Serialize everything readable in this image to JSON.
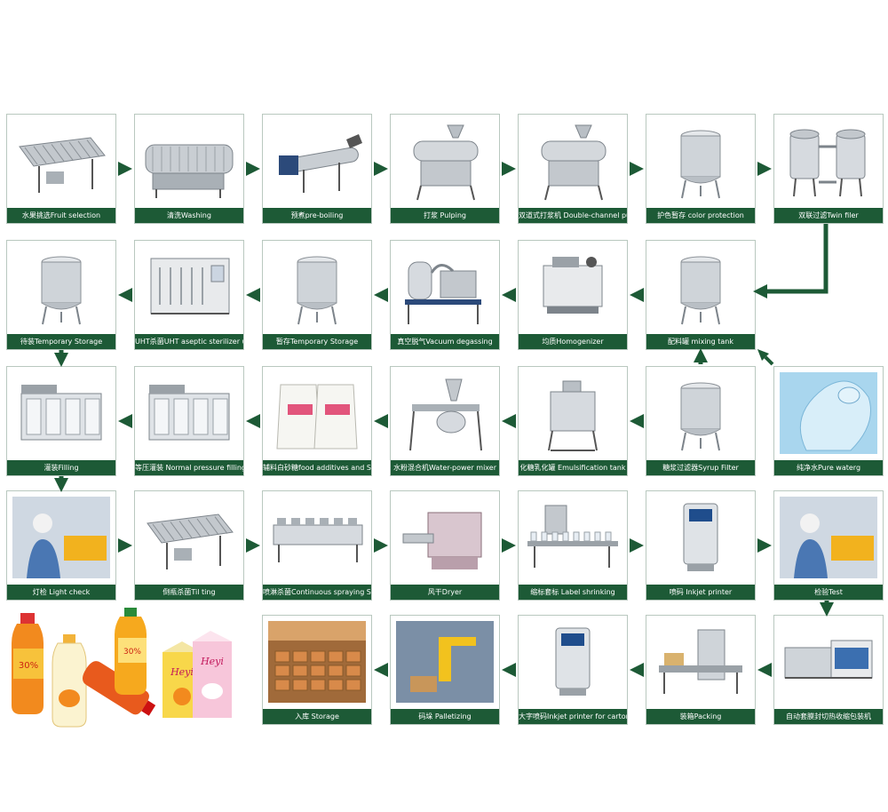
{
  "colors": {
    "caption_bg": "#1d5a36",
    "arrow": "#1d5a36",
    "steel": "#c7ccd1",
    "border": "#b9c8bf"
  },
  "steps": [
    {
      "id": "fruit-selection",
      "label": "水果挑选Fruit selection",
      "icon": "conveyor-machine-icon"
    },
    {
      "id": "washing",
      "label": "清洗Washing",
      "icon": "washing-machine-icon"
    },
    {
      "id": "pre-boiling",
      "label": "预煮pre-boiling",
      "icon": "screw-conveyor-icon"
    },
    {
      "id": "pulping",
      "label": "打浆 Pulping",
      "icon": "pulper-icon"
    },
    {
      "id": "double-pulping",
      "label": "双道式打浆机 Double-channel pulping machine",
      "icon": "pulper-icon"
    },
    {
      "id": "color-protection",
      "label": "护色暂存 color protection",
      "icon": "tank-icon"
    },
    {
      "id": "twin-filter",
      "label": "双联过滤Twin filer",
      "icon": "twin-filter-icon"
    },
    {
      "id": "mixing-tank",
      "label": "配料罐 mixing tank",
      "icon": "tank-icon"
    },
    {
      "id": "homogenizer",
      "label": "均质Homogenizer",
      "icon": "homogenizer-icon"
    },
    {
      "id": "vacuum-degassing",
      "label": "真空脱气Vacuum degassing",
      "icon": "degasser-icon"
    },
    {
      "id": "temporary-storage-1",
      "label": "暂存Temporary Storage",
      "icon": "tank-icon"
    },
    {
      "id": "uht-sterilizer",
      "label": "UHT杀菌UHT aseptic sterilizer unit",
      "icon": "sterilizer-icon"
    },
    {
      "id": "temporary-storage-2",
      "label": "待装Temporary Storage",
      "icon": "tank-icon"
    },
    {
      "id": "pure-water",
      "label": "纯净水Pure waterg",
      "icon": "water-bottle-icon"
    },
    {
      "id": "syrup-filter",
      "label": "糖浆过滤器Syrup Filter",
      "icon": "tank-icon"
    },
    {
      "id": "emulsification-tank",
      "label": "化糖乳化罐 Emulsification tank",
      "icon": "cube-tank-icon"
    },
    {
      "id": "water-powder-mixer",
      "label": "水粉混合机Water-power mixer",
      "icon": "mixer-icon"
    },
    {
      "id": "food-additives",
      "label": "辅料白砂糖food additives and Sugar",
      "icon": "sugar-bag-icon"
    },
    {
      "id": "normal-pressure-filling",
      "label": "等压灌装 Normal pressure filling",
      "icon": "filling-machine-icon"
    },
    {
      "id": "filling",
      "label": "灌装Filling",
      "icon": "filling-machine-icon"
    },
    {
      "id": "light-check",
      "label": "灯检 Light check",
      "icon": "worker-icon"
    },
    {
      "id": "tilting",
      "label": "倒瓶杀菌Til ting",
      "icon": "conveyor-machine-icon"
    },
    {
      "id": "spraying-sterilizer",
      "label": "喷淋杀菌Continuous spraying Sterilizer",
      "icon": "tunnel-machine-icon"
    },
    {
      "id": "dryer",
      "label": "风干Dryer",
      "icon": "dryer-icon"
    },
    {
      "id": "label-shrinking",
      "label": "缩标套标 Label shrinking",
      "icon": "labeler-icon"
    },
    {
      "id": "inkjet-printer",
      "label": "喷码 Inkjet printer",
      "icon": "printer-icon"
    },
    {
      "id": "test",
      "label": "检验Test",
      "icon": "worker-icon"
    },
    {
      "id": "shrink-wrapping",
      "label": "自动套膜封切热收缩包装机",
      "icon": "wrapper-icon"
    },
    {
      "id": "packing",
      "label": "装箱Packing",
      "icon": "case-packer-icon"
    },
    {
      "id": "carton-printer",
      "label": "大字喷码Inkjet printer for carton",
      "icon": "printer-icon"
    },
    {
      "id": "palletizing",
      "label": "码垛 Palletizing",
      "icon": "robot-arm-icon"
    },
    {
      "id": "storage",
      "label": "入库 Storage",
      "icon": "warehouse-icon"
    }
  ],
  "products": {
    "bottle_badge_1": "30%",
    "bottle_badge_2": "30%",
    "carton_brand": "Heyi",
    "carton_brand_2": "Heyi"
  }
}
